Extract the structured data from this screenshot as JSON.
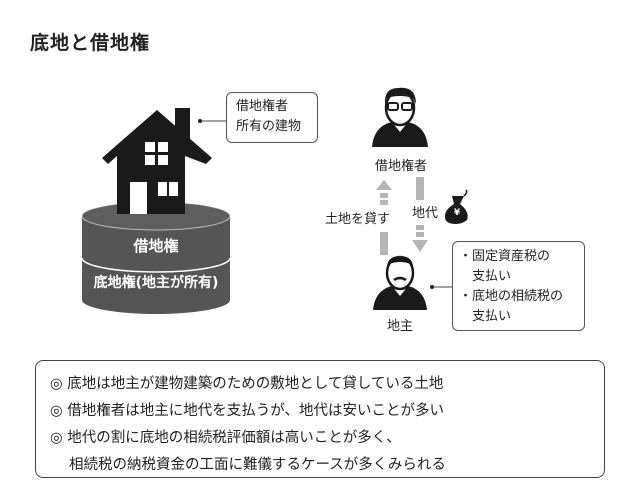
{
  "title": "底地と借地権",
  "house": {
    "callout_line1": "借地権者",
    "callout_line2": "所有の建物",
    "layer_top": "借地権",
    "layer_bottom": "底地権(地主が所有)"
  },
  "relationship": {
    "tenant_label": "借地権者",
    "landowner_label": "地主",
    "lend_land_label": "土地を貸す",
    "rent_label": "地代",
    "money_symbol": "¥",
    "landowner_duties": [
      {
        "line1": "・固定資産税の",
        "line2": "支払い"
      },
      {
        "line1": "・底地の相続税の",
        "line2": "支払い"
      }
    ]
  },
  "summary": {
    "marker": "◎",
    "points": [
      {
        "line1": "底地は地主が建物建築のための敷地として貸している土地"
      },
      {
        "line1": "借地権者は地主に地代を支払うが、地代は安いことが多い"
      },
      {
        "line1": "地代の割に底地の相続税評価額は高いことが多く、",
        "line2": "相続税の納税資金の工面に難儀するケースが多くみられる"
      }
    ]
  },
  "colors": {
    "cylinder": "#555555",
    "house": "#1a1a1a",
    "arrow": "#b5b5b5"
  }
}
